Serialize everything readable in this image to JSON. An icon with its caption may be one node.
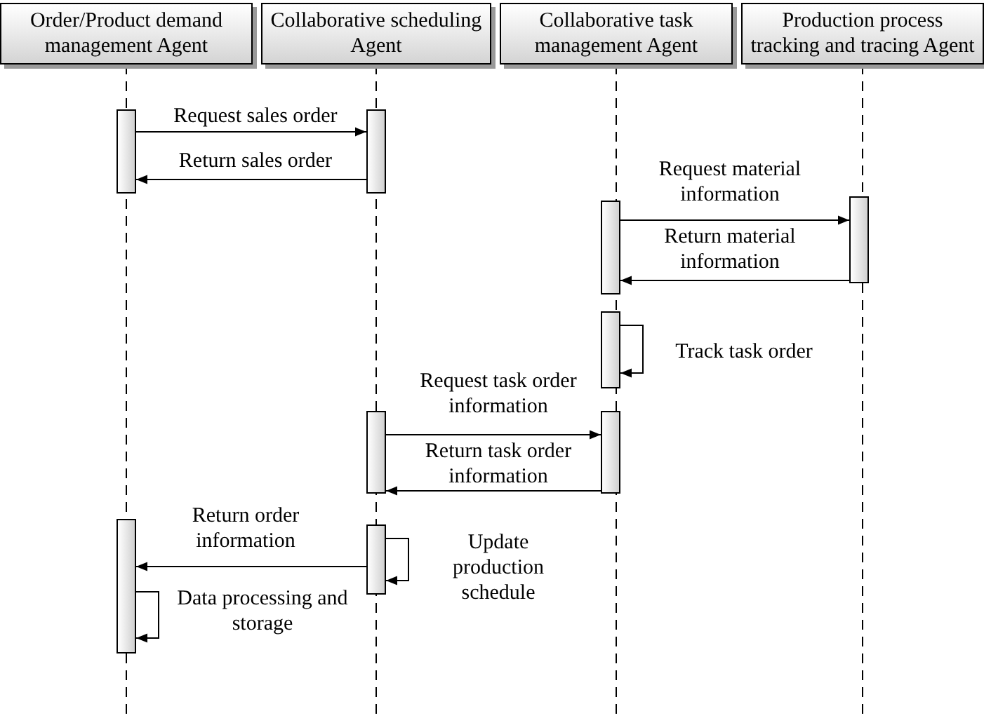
{
  "diagram": {
    "nodes": [
      {
        "text": [
          "Order/Product demand management Agent"
        ]
      },
      {
        "text": [
          "Collaborative scheduling Agent"
        ]
      },
      {
        "text": [
          "Collaborative task management Agent"
        ]
      },
      {
        "text": [
          "Production process tracking and tracing Agent"
        ]
      },
      {
        "text": [],
        "shape": "bar"
      },
      {
        "text": [],
        "shape": "bar"
      },
      {
        "text": [],
        "shape": "bar"
      },
      {
        "text": [],
        "shape": "bar"
      },
      {
        "text": [],
        "shape": "bar"
      },
      {
        "text": [],
        "shape": "bar"
      },
      {
        "text": [],
        "shape": "bar"
      },
      {
        "text": [],
        "shape": "bar"
      },
      {
        "text": [],
        "shape": "bar"
      }
    ],
    "edges": [
      {
        "from": 4,
        "to": 5,
        "arrow": "to",
        "label": "Request sales order"
      },
      {
        "from": 5,
        "to": 4,
        "arrow": "to",
        "label": "Return sales order"
      },
      {
        "from": 6,
        "to": 7,
        "arrow": "to",
        "label": "Request material information"
      },
      {
        "from": 7,
        "to": 6,
        "arrow": "to",
        "label": "Return material information"
      },
      {
        "from": 8,
        "to": 8,
        "arrow": "to",
        "label": "Track task order"
      },
      {
        "from": 9,
        "to": 10,
        "arrow": "to",
        "label": "Request task order information"
      },
      {
        "from": 10,
        "to": 9,
        "arrow": "to",
        "label": "Return task order information"
      },
      {
        "from": 12,
        "to": 11,
        "arrow": "to",
        "label": "Return order information"
      },
      {
        "from": 12,
        "to": 12,
        "arrow": "to",
        "label": "Update production schedule"
      },
      {
        "from": 11,
        "to": 11,
        "arrow": "to",
        "label": "Data processing and storage"
      }
    ]
  }
}
